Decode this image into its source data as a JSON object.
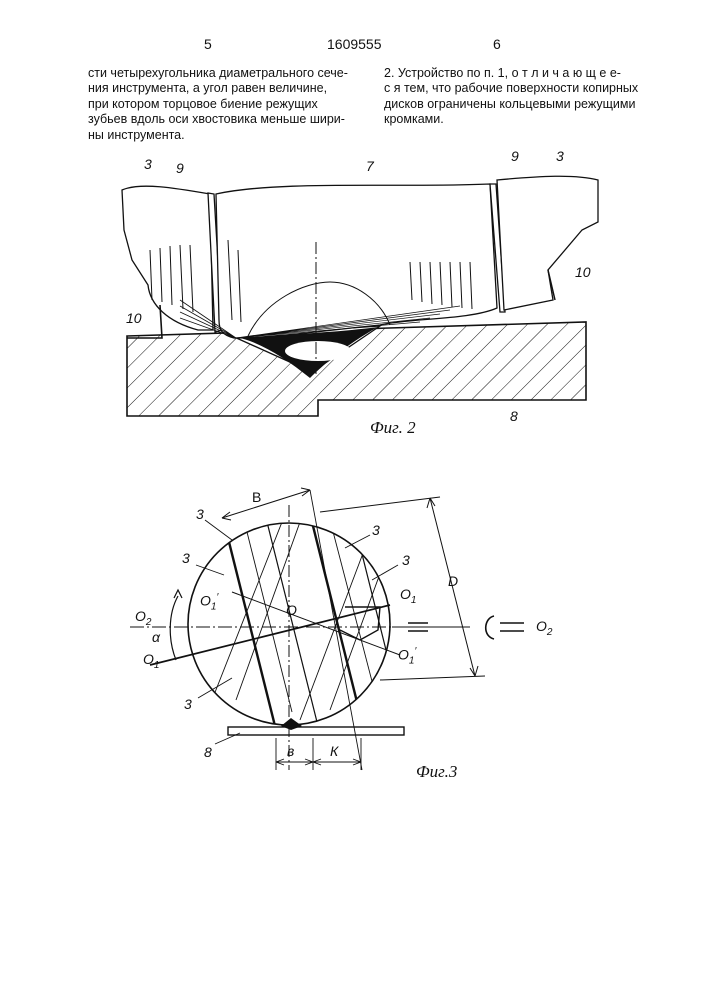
{
  "header": {
    "page_left": "5",
    "doc_number": "1609555",
    "page_right": "6"
  },
  "left_column": [
    "сти четырехугольника диаметрального сече-",
    "ния инструмента, а угол равен величине,",
    "при котором торцовое биение режущих",
    "зубьев вдоль оси хвостовика меньше шири-",
    "ны инструмента."
  ],
  "right_column": [
    "2. Устройство по п. 1, о т л и ч а ю щ е е-",
    "с я  тем, что рабочие поверхности копирных",
    "дисков ограничены кольцевыми режущими",
    "кромками."
  ],
  "fig2": {
    "caption": "Фиг. 2",
    "labels": {
      "tl_3": "3",
      "tl_9": "9",
      "top_7": "7",
      "tr_9": "9",
      "tr_3": "3",
      "r_10": "10",
      "l_10": "10",
      "b_8": "8"
    }
  },
  "fig3": {
    "caption": "Фиг.3",
    "labels": {
      "B": "B",
      "D": "D",
      "O": "O",
      "O2_left": "O",
      "O2_left_sub": "2",
      "O2_right": "O",
      "O2_right_sub": "2",
      "alpha": "α",
      "O1_left": "O",
      "O1_left_sub": "1",
      "O1_right": "O",
      "O1_right_sub": "1",
      "O1p_left": "O",
      "O1p_left_sub": "1",
      "O1p_right": "O",
      "O1p_right_sub": "1",
      "n3_a": "3",
      "n3_b": "3",
      "n3_c": "3",
      "n3_d": "3",
      "n3_e": "3",
      "n8": "8",
      "b": "в",
      "K": "К"
    }
  }
}
